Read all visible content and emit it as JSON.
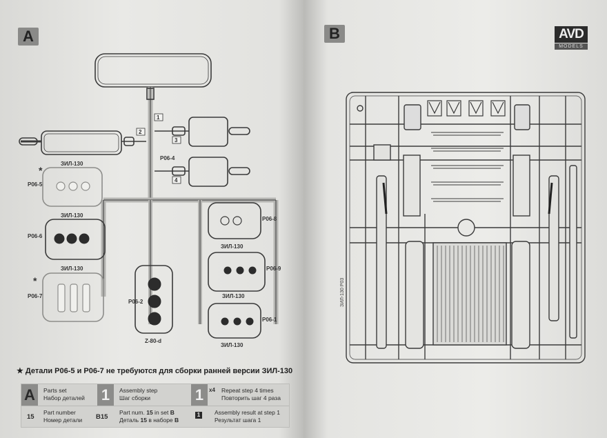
{
  "left_page": {
    "section_label": "A",
    "part_labels": {
      "p1": "1",
      "p2": "2",
      "p3": "3",
      "p4": "4",
      "zil_a": "ЗИЛ-130",
      "zil_b": "ЗИЛ-130",
      "zil_c": "ЗИЛ-130",
      "zil_d": "ЗИЛ-130",
      "zil_e": "ЗИЛ-130",
      "zil_f": "ЗИЛ-130",
      "p06_4": "P06-4",
      "p06_5": "P06-5",
      "p06_6": "P06-6",
      "p06_7": "P06-7",
      "p06_8": "P06-8",
      "p06_9": "P06-9",
      "p06_10": "Z-80-d",
      "p06_1": "P06-1",
      "p06_2": "P06-2"
    },
    "asterisk": "*",
    "note": "Детали Р06-5 и Р06-7 не требуются для сборки ранней версии ЗИЛ-130",
    "legend": {
      "parts_set_box": "A",
      "parts_set_en": "Parts set",
      "parts_set_ru": "Набор деталей",
      "step_box": "1",
      "step_en": "Assembly step",
      "step_ru": "Шаг сборки",
      "repeat_box": "1",
      "repeat_times": "x4",
      "repeat_en": "Repeat step 4 times",
      "repeat_ru": "Повторить шаг 4 раза",
      "part_num_code": "15",
      "part_num_en": "Part number",
      "part_num_ru": "Номер детали",
      "set_code": "B15",
      "set_en_pre": "Part num. ",
      "set_en_num": "15",
      "set_en_mid": " in set ",
      "set_en_set": "B",
      "set_ru_pre": "Деталь ",
      "set_ru_num": "15",
      "set_ru_mid": " в наборе ",
      "set_ru_set": "B",
      "result_box": "1",
      "result_en": "Assembly result at step 1",
      "result_ru": "Результат шага 1"
    }
  },
  "right_page": {
    "section_label": "B",
    "logo_main": "AVD",
    "logo_sub": "MODELS",
    "sprue_label": "ЗИЛ-130 Р03"
  },
  "colors": {
    "paper": "#e8e8e5",
    "line": "#3a3a3a",
    "badge": "#8a8a88"
  }
}
